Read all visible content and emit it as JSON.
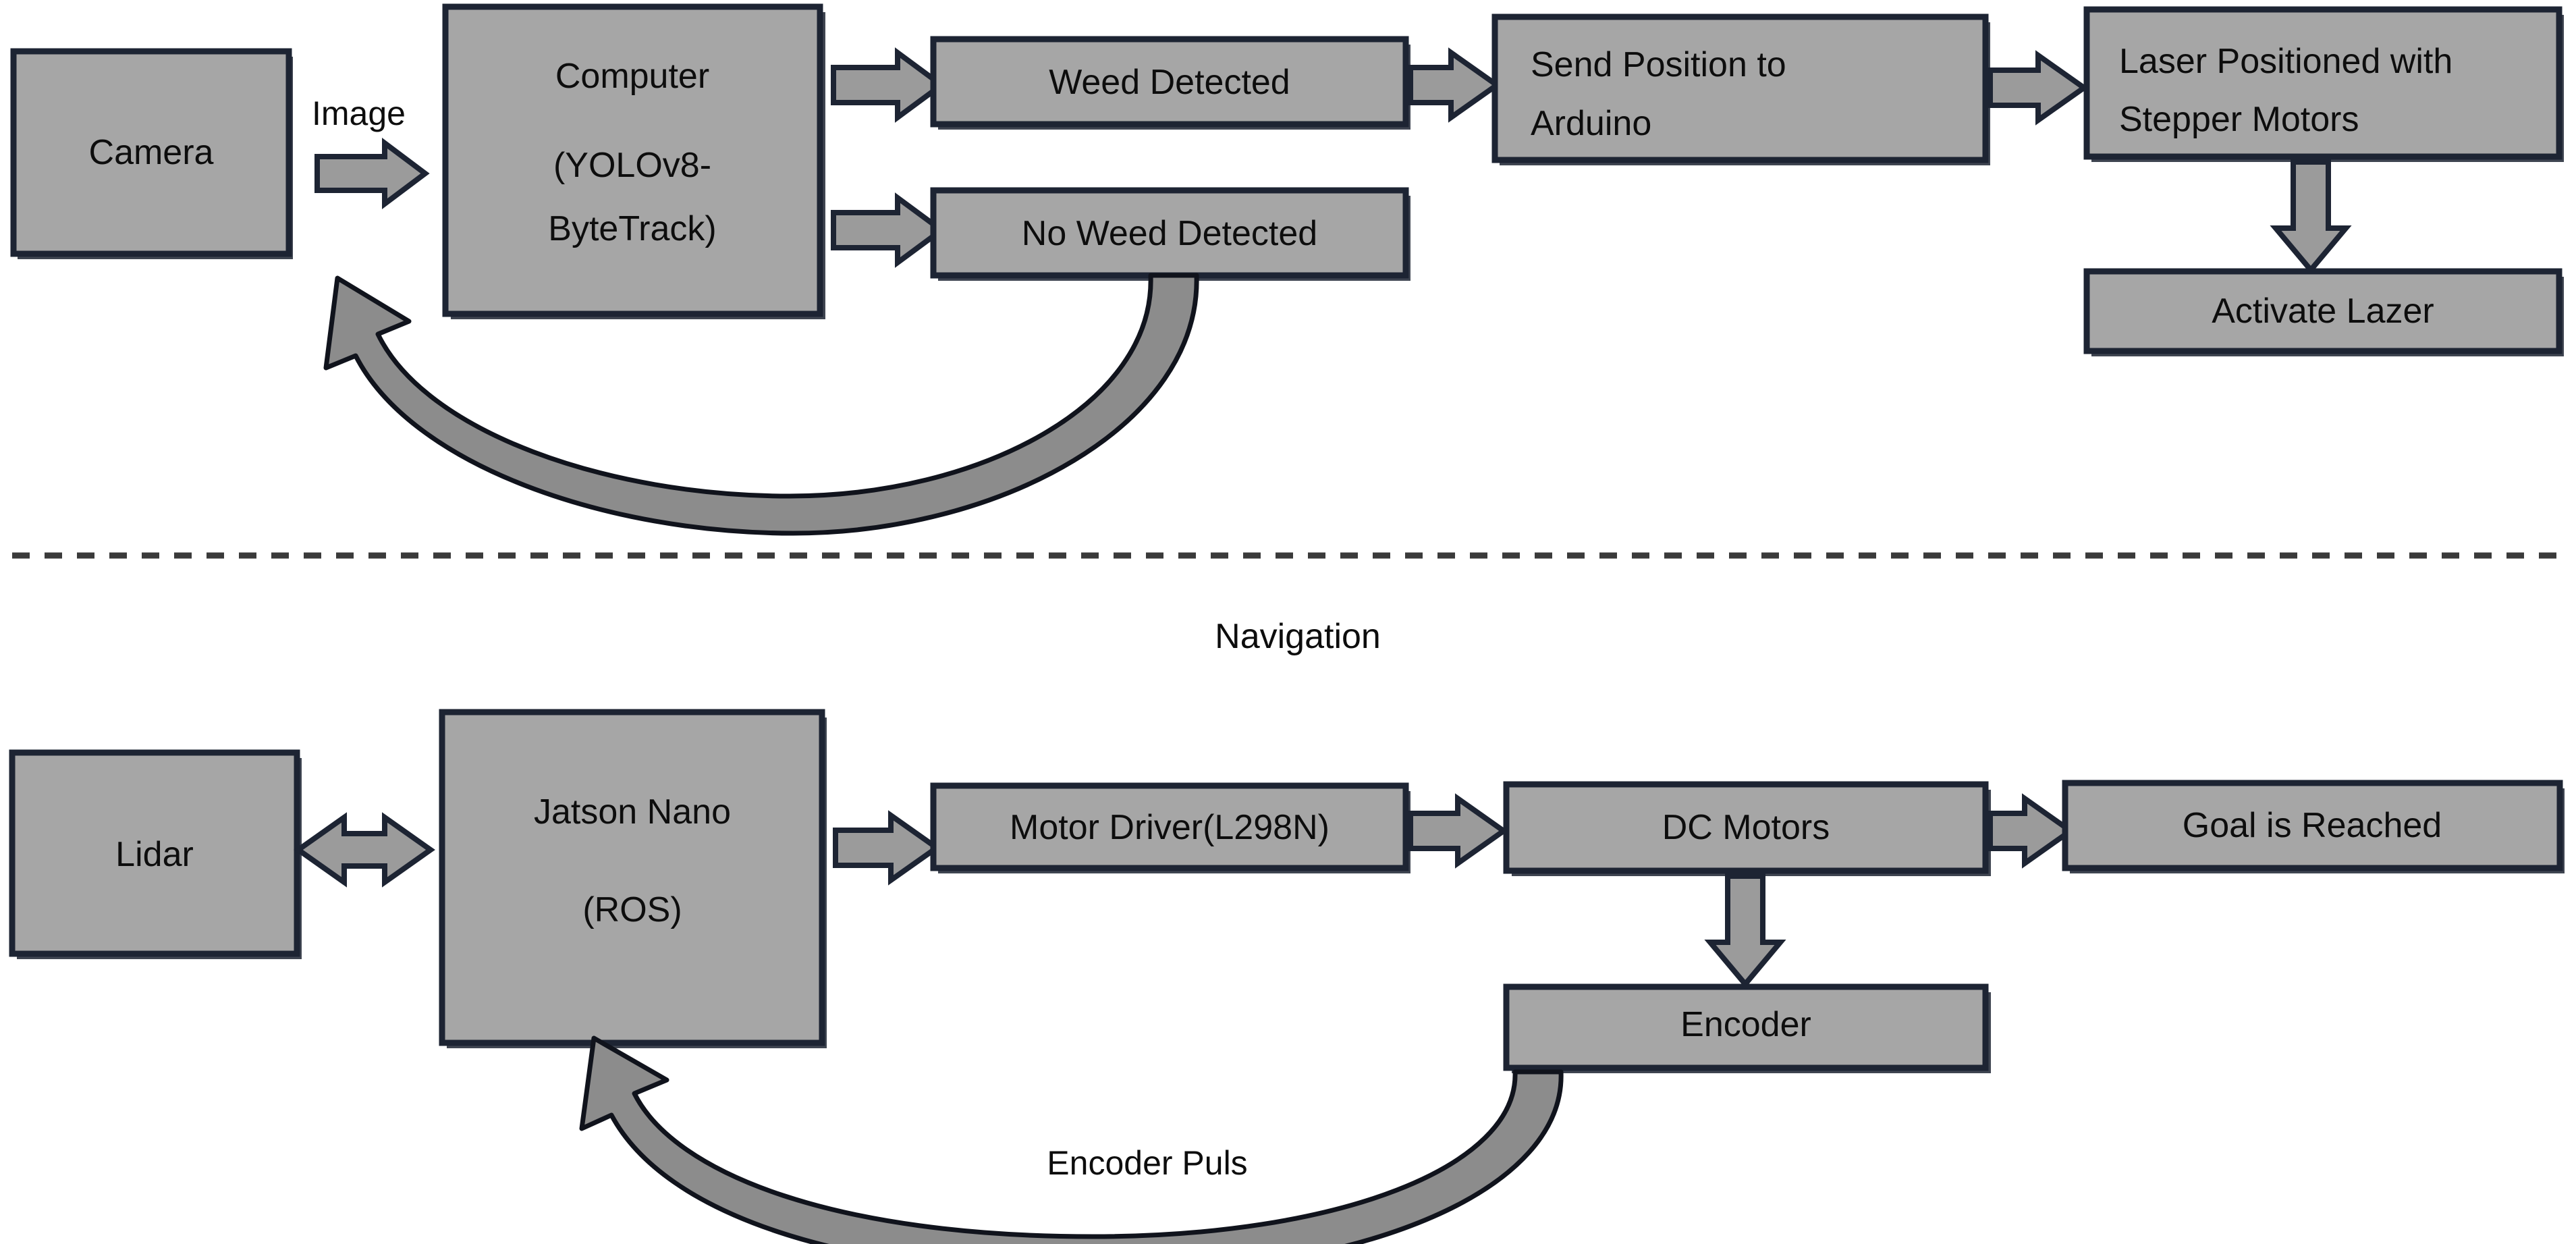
{
  "diagram": {
    "title_hidden": "",
    "theme": {
      "node_fill": "#a6a6a6",
      "node_border": "#1d2433",
      "arrow_fill": "#9b9b9b",
      "curve_fill": "#8c8c8c",
      "text_color": "#0d0d0d",
      "background": "#ffffff",
      "divider_color": "#3a3a3a"
    },
    "sections": [
      {
        "id": "weeding",
        "label": ""
      },
      {
        "id": "navigation",
        "label": "Navigation"
      }
    ],
    "divider": {
      "style": "dashed",
      "label": "Navigation"
    },
    "nodes": {
      "camera": {
        "label": "Camera"
      },
      "computer_line1": {
        "label": "Computer"
      },
      "computer_line2": {
        "label": "(YOLOv8-"
      },
      "computer_line3": {
        "label": "ByteTrack)"
      },
      "weed_detected": {
        "label": "Weed Detected"
      },
      "no_weed_detected": {
        "label": "No Weed Detected"
      },
      "send_position_line1": {
        "label": "Send Position to"
      },
      "send_position_line2": {
        "label": "Arduino"
      },
      "laser_positioned_line1": {
        "label": "Laser Positioned with"
      },
      "laser_positioned_line2": {
        "label": "Stepper Motors"
      },
      "activate_lazer": {
        "label": "Activate Lazer"
      },
      "lidar": {
        "label": "Lidar"
      },
      "jatson_line1": {
        "label": "Jatson Nano"
      },
      "jatson_line2": {
        "label": "(ROS)"
      },
      "motor_driver": {
        "label": "Motor Driver(L298N)"
      },
      "dc_motors": {
        "label": "DC Motors"
      },
      "encoder": {
        "label": "Encoder"
      },
      "goal_reached": {
        "label": "Goal is Reached"
      }
    },
    "edge_labels": {
      "camera_to_computer": "Image",
      "encoder_feedback": "Encoder Puls"
    }
  }
}
